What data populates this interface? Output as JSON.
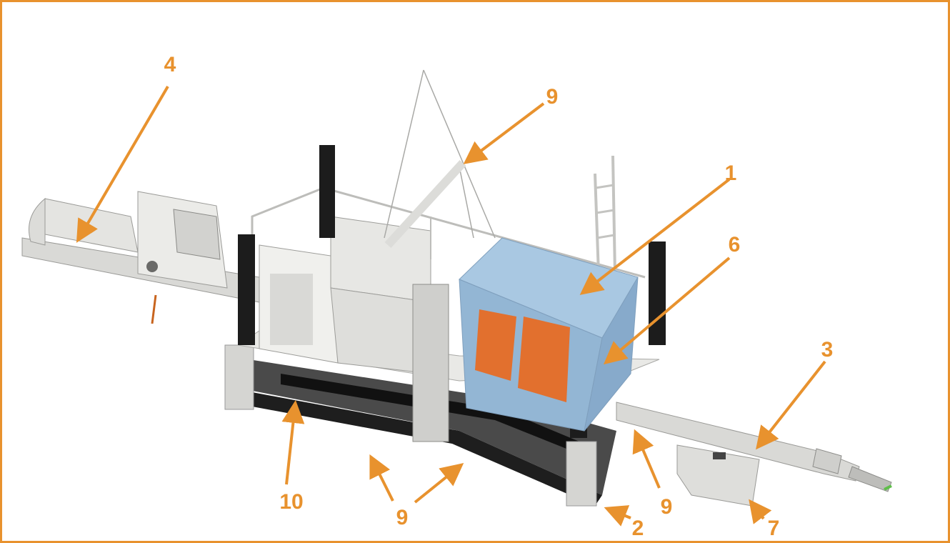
{
  "colors": {
    "callout": "#E8922E",
    "frame": "#E8922E",
    "chassis": "#1e1e1e",
    "body_light": "#e6e6e4",
    "body_mid": "#cfcfcc",
    "cabin_blue": "#9fc0dc",
    "cabin_window": "#e2702e"
  },
  "callouts": {
    "c1": "1",
    "c2": "2",
    "c3": "3",
    "c4": "4",
    "c6": "6",
    "c7": "7",
    "c9a": "9",
    "c9b": "9",
    "c9c": "9",
    "c9d": "9",
    "c10": "10"
  }
}
